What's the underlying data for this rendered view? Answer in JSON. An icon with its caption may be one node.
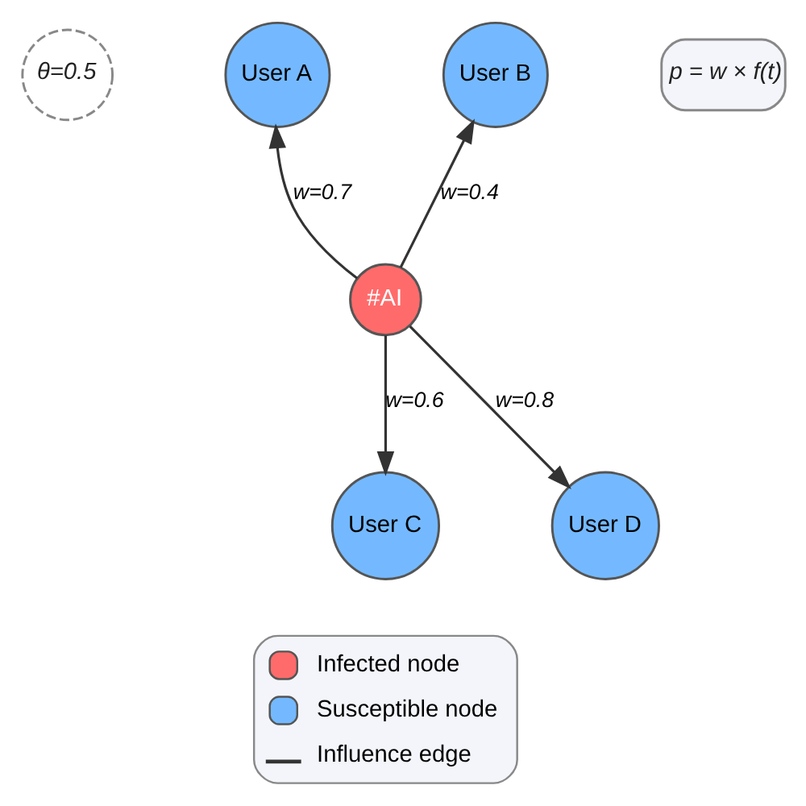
{
  "diagram": {
    "nodes": [
      {
        "text": [
          "θ=0.5"
        ]
      },
      {
        "text": [
          "p = w × f(t)"
        ]
      },
      {
        "text": [
          "User A"
        ]
      },
      {
        "text": [
          "User B"
        ]
      },
      {
        "text": [
          "#AI"
        ]
      },
      {
        "text": [
          "User C"
        ]
      },
      {
        "text": [
          "User D"
        ]
      }
    ],
    "edges": [
      {
        "from": 4,
        "to": 2,
        "arrow": "to",
        "label": "w=0.7"
      },
      {
        "from": 4,
        "to": 3,
        "arrow": "to",
        "label": "w=0.4"
      },
      {
        "from": 4,
        "to": 5,
        "arrow": "to",
        "label": "w=0.6"
      },
      {
        "from": 4,
        "to": 6,
        "arrow": "to",
        "label": "w=0.8"
      }
    ],
    "legend": [
      {
        "text": "Infected node",
        "color": "#ff6b6b"
      },
      {
        "text": "Susceptible node",
        "color": "#74b9ff"
      },
      {
        "text": "Influence edge"
      }
    ]
  }
}
